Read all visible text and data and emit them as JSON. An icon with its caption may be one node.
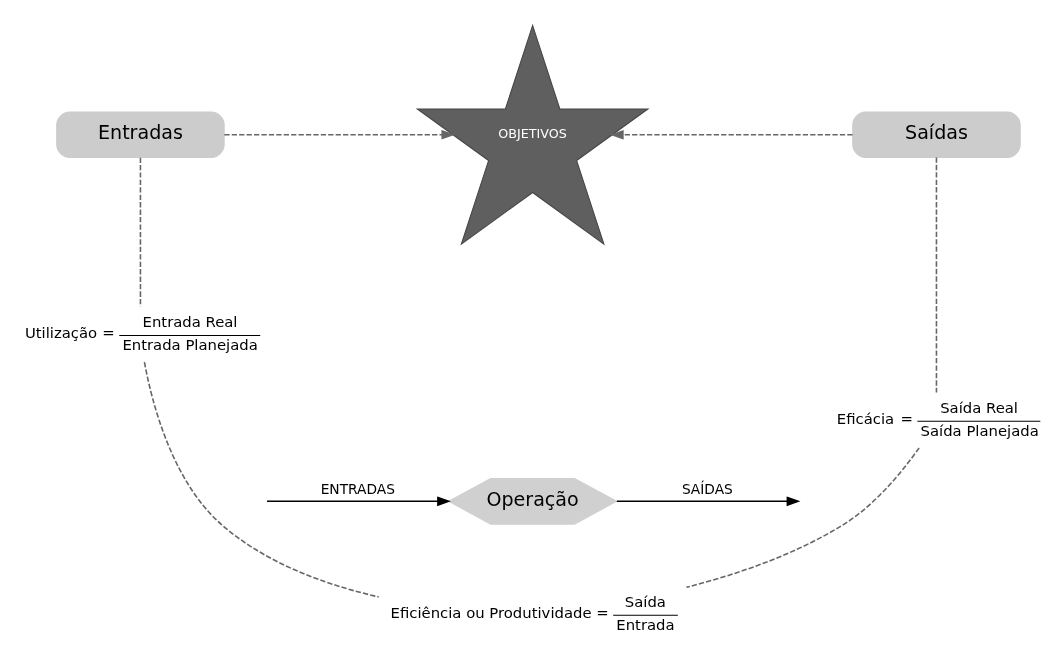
{
  "diagram": {
    "nodes": [
      {
        "text": [
          "Entradas"
        ]
      },
      {
        "text": [
          "OBJETIVOS"
        ]
      },
      {
        "text": [
          "Saídas"
        ]
      },
      {
        "text": [
          "Utilização",
          "=",
          "Entrada Real",
          "Entrada Planejada"
        ]
      },
      {
        "text": [
          "Eficácia",
          "=",
          "Saída Real",
          "Saída Planejada"
        ]
      },
      {
        "text": [
          "Operação"
        ]
      },
      {
        "text": [
          "Eficiência ou Produtividade",
          "=",
          "Saída",
          "Entrada"
        ]
      }
    ],
    "edges": [
      {
        "from": 0,
        "to": 1,
        "arrow": "to",
        "style": "dashed"
      },
      {
        "from": 2,
        "to": 1,
        "arrow": "to",
        "style": "dashed"
      },
      {
        "from": 0,
        "to": 3,
        "arrow": "none",
        "style": "dashed"
      },
      {
        "from": 2,
        "to": 4,
        "arrow": "none",
        "style": "dashed"
      },
      {
        "from": null,
        "to": 5,
        "arrow": "to",
        "label": "ENTRADAS",
        "color": "#000000"
      },
      {
        "from": 5,
        "to": null,
        "arrow": "to",
        "label": "SAÍDAS",
        "color": "#000000"
      },
      {
        "from": 3,
        "to": 6,
        "arrow": "none",
        "style": "dashed"
      },
      {
        "from": 4,
        "to": 6,
        "arrow": "none",
        "style": "dashed"
      }
    ]
  }
}
